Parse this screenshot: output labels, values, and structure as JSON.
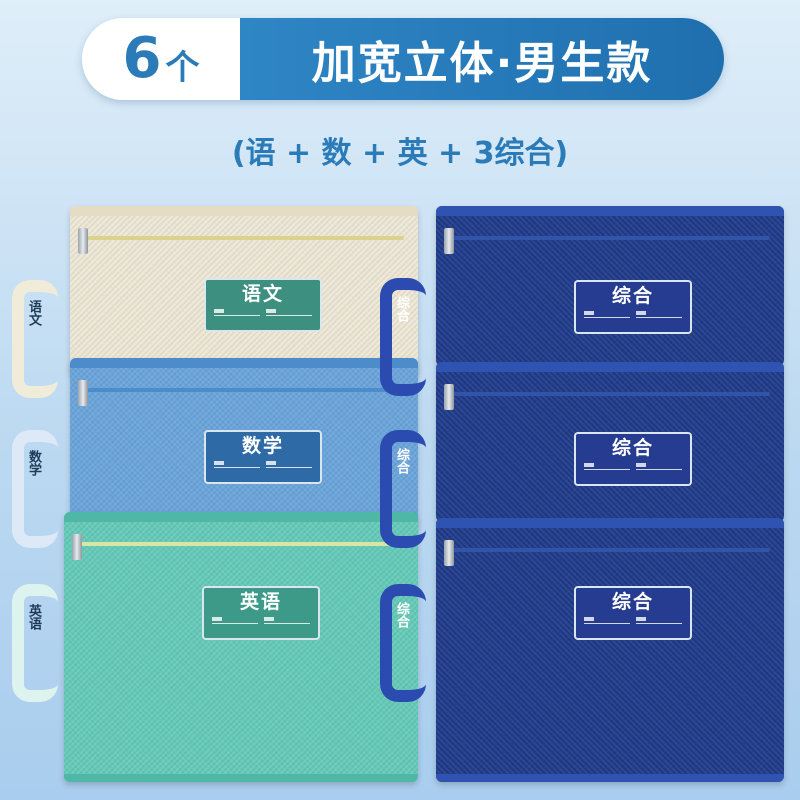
{
  "header": {
    "count": "6",
    "unit": "个",
    "title": "加宽立体·男生款"
  },
  "subtitle": "(语 + 数 + 英 + 3综合)",
  "colors": {
    "beige": "#efe8d6",
    "blue": "#6aa5dc",
    "green": "#65cbb9",
    "navy": "#1f3a8a",
    "tag_green": "#3d8f80",
    "tag_blue": "#2e6ba6",
    "tag_navy": "#253c90"
  },
  "bags": [
    {
      "subject": "语文"
    },
    {
      "subject": "数学"
    },
    {
      "subject": "英语"
    },
    {
      "subject": "综合"
    },
    {
      "subject": "综合"
    },
    {
      "subject": "综合"
    }
  ]
}
